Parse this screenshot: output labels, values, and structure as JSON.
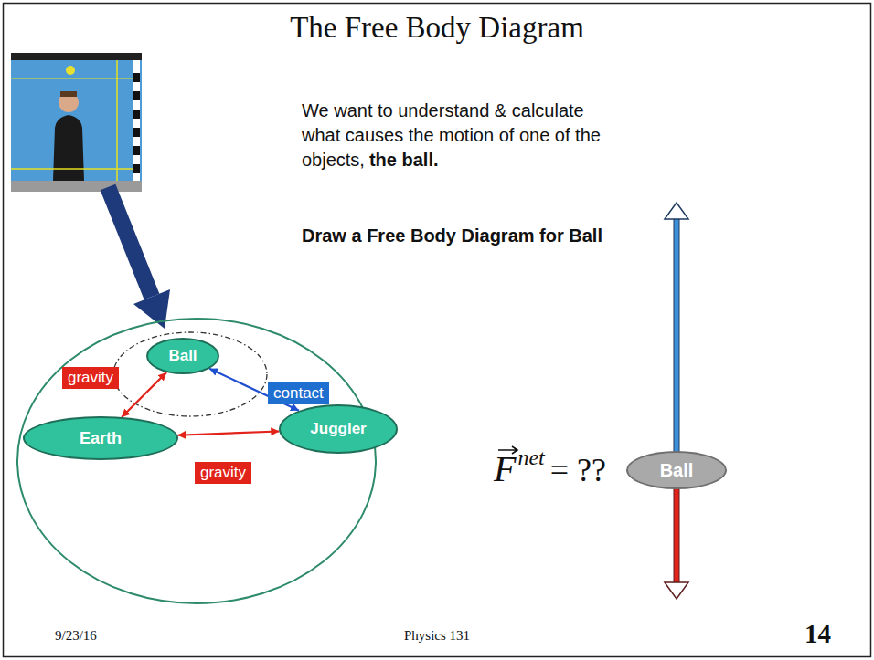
{
  "diagram": {
    "title": "The Free Body Diagram",
    "nodes": [
      {
        "text": [
          "Ball"
        ]
      },
      {
        "text": [
          "Earth"
        ]
      },
      {
        "text": [
          "Juggler"
        ]
      },
      {
        "text": [
          "Ball"
        ]
      }
    ],
    "edges": [
      {
        "from": 0,
        "to": 1,
        "arrow": "both",
        "label": "gravity"
      },
      {
        "from": 0,
        "to": 2,
        "arrow": "both",
        "label": "contact"
      },
      {
        "from": 1,
        "to": 2,
        "arrow": "both",
        "label": "gravity"
      }
    ],
    "labels": [
      "We want to understand & calculate what causes the motion of one of the objects,",
      "the ball.",
      "Draw a Free Body Diagram for Ball",
      "F",
      "net",
      "= ??",
      "9/23/16",
      "Physics 131",
      "14"
    ]
  }
}
